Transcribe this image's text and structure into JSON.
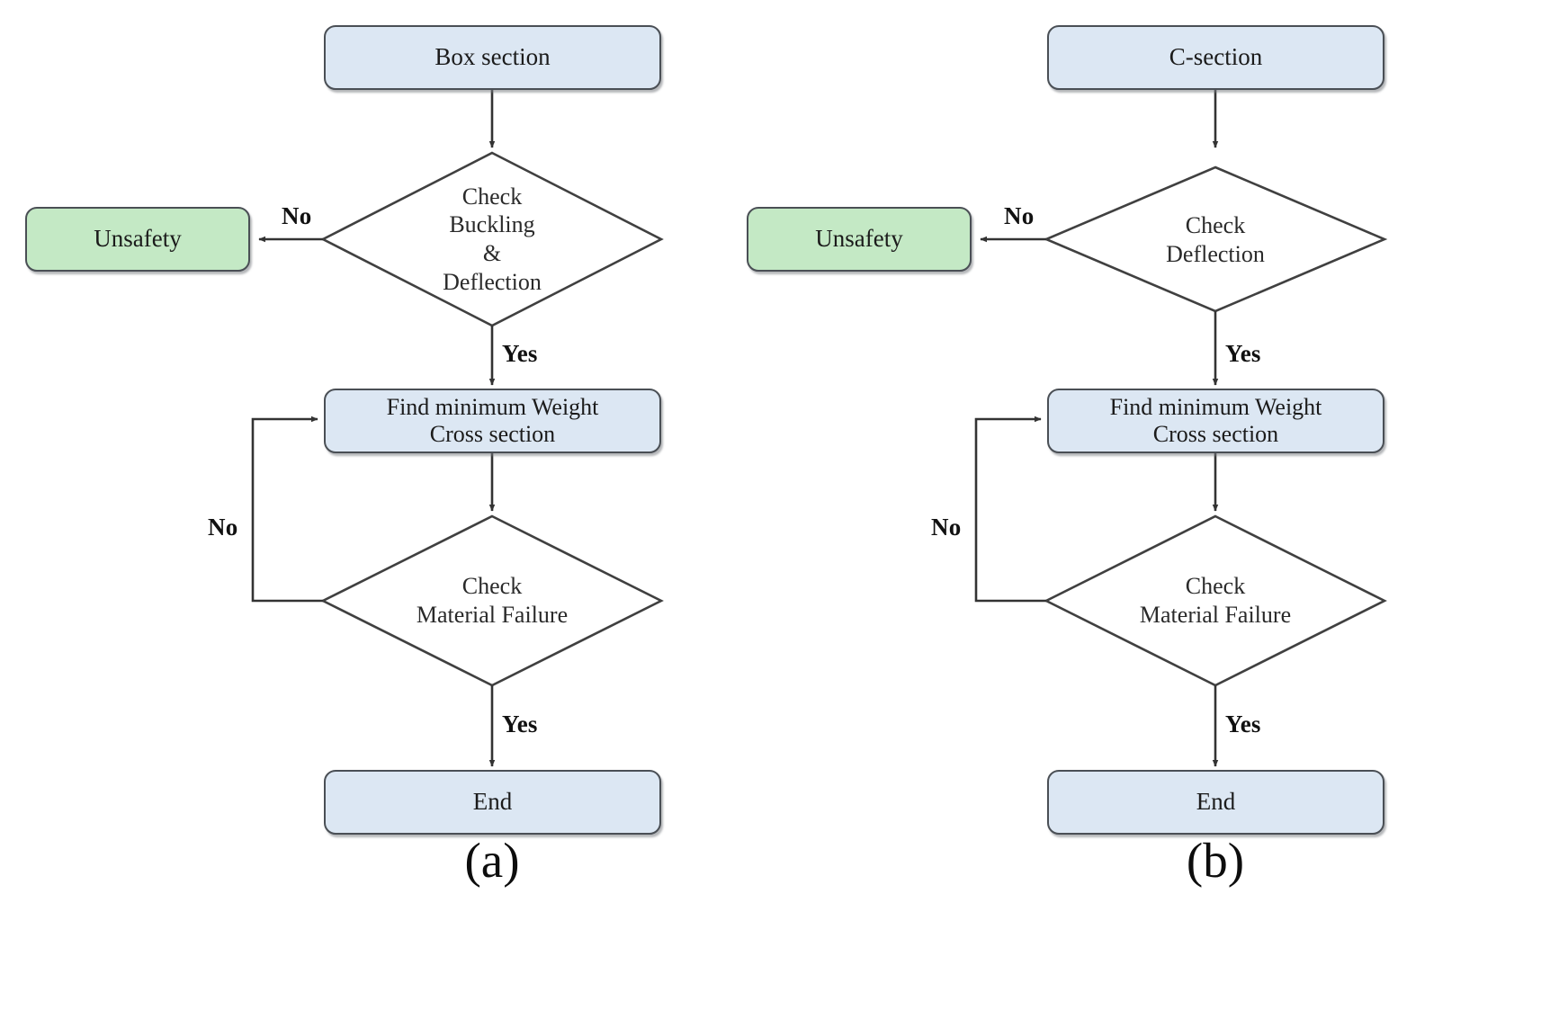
{
  "figure": {
    "type": "flowchart",
    "background": "#ffffff",
    "colors": {
      "process_fill": "#dce7f3",
      "terminal_fill": "#c4e9c5",
      "border": "#4a4f55",
      "line": "#333333",
      "text": "#1b1b1b"
    },
    "panels": [
      {
        "id": "panel-a",
        "caption": "(a)",
        "nodes": [
          {
            "id": "start",
            "shape": "rounded-rect",
            "style": "blue",
            "label": "Box section"
          },
          {
            "id": "unsafety",
            "shape": "rounded-rect",
            "style": "green",
            "label": "Unsafety"
          },
          {
            "id": "check1",
            "shape": "diamond",
            "style": "plain",
            "label": "Check\nBuckling\n&\nDeflection"
          },
          {
            "id": "minweight",
            "shape": "rounded-rect",
            "style": "blue",
            "label": "Find minimum Weight\nCross section"
          },
          {
            "id": "check2",
            "shape": "diamond",
            "style": "plain",
            "label": "Check\nMaterial Failure"
          },
          {
            "id": "end",
            "shape": "rounded-rect",
            "style": "blue",
            "label": "End"
          }
        ],
        "edges": [
          {
            "from": "start",
            "to": "check1",
            "label": ""
          },
          {
            "from": "check1",
            "to": "unsafety",
            "label": "No"
          },
          {
            "from": "check1",
            "to": "minweight",
            "label": "Yes"
          },
          {
            "from": "minweight",
            "to": "check2",
            "label": ""
          },
          {
            "from": "check2",
            "to": "minweight",
            "label": "No"
          },
          {
            "from": "check2",
            "to": "end",
            "label": "Yes"
          }
        ]
      },
      {
        "id": "panel-b",
        "caption": "(b)",
        "nodes": [
          {
            "id": "start",
            "shape": "rounded-rect",
            "style": "blue",
            "label": "C-section"
          },
          {
            "id": "unsafety",
            "shape": "rounded-rect",
            "style": "green",
            "label": "Unsafety"
          },
          {
            "id": "check1",
            "shape": "diamond",
            "style": "plain",
            "label": "Check\nDeflection"
          },
          {
            "id": "minweight",
            "shape": "rounded-rect",
            "style": "blue",
            "label": "Find minimum Weight\nCross section"
          },
          {
            "id": "check2",
            "shape": "diamond",
            "style": "plain",
            "label": "Check\nMaterial Failure"
          },
          {
            "id": "end",
            "shape": "rounded-rect",
            "style": "blue",
            "label": "End"
          }
        ],
        "edges": [
          {
            "from": "start",
            "to": "check1",
            "label": ""
          },
          {
            "from": "check1",
            "to": "unsafety",
            "label": "No"
          },
          {
            "from": "check1",
            "to": "minweight",
            "label": "Yes"
          },
          {
            "from": "minweight",
            "to": "check2",
            "label": ""
          },
          {
            "from": "check2",
            "to": "minweight",
            "label": "No"
          },
          {
            "from": "check2",
            "to": "end",
            "label": "Yes"
          }
        ]
      }
    ]
  }
}
